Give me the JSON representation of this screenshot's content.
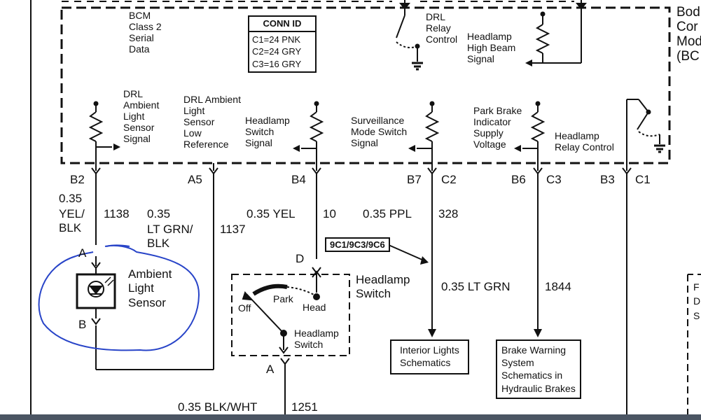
{
  "diagram": {
    "module": {
      "name_lines": [
        "Bod",
        "Cor",
        "Mod",
        "(BC"
      ],
      "bcm_serial_lines": [
        "BCM",
        "Class 2",
        "Serial",
        "Data"
      ],
      "drl_relay_lines": [
        "DRL",
        "Relay",
        "Control"
      ],
      "high_beam_lines": [
        "Headlamp",
        "High Beam",
        "Signal"
      ]
    },
    "conn_id": {
      "title": "CONN ID",
      "rows": [
        "C1=24 PNK",
        "C2=24 GRY",
        "C3=16 GRY"
      ]
    },
    "signals": [
      {
        "lines": [
          "DRL",
          "Ambient",
          "Light",
          "Sensor",
          "Signal"
        ]
      },
      {
        "lines": [
          "DRL Ambient",
          "Light",
          "Sensor",
          "Low",
          "Reference"
        ]
      },
      {
        "lines": [
          "Headlamp",
          "Switch",
          "Signal"
        ]
      },
      {
        "lines": [
          "Surveillance",
          "Mode Switch",
          "Signal"
        ]
      },
      {
        "lines": [
          "Park Brake",
          "Indicator",
          "Supply",
          "Voltage"
        ]
      },
      {
        "lines": [
          "Headlamp",
          "Relay Control"
        ]
      }
    ],
    "pins": [
      "B2",
      "A5",
      "B4",
      "B7",
      "C2",
      "B6",
      "C3",
      "B3",
      "C1"
    ],
    "wires": {
      "b2_gauge": "0.35",
      "b2_color_lines": [
        "YEL/",
        "BLK"
      ],
      "b2_circuit": "1138",
      "a5_gauge": "0.35",
      "a5_color_lines": [
        "LT GRN/",
        "BLK"
      ],
      "a5_circuit": "1137",
      "b4_label": "0.35 YEL",
      "b4_circuit": "10",
      "b7_label": "0.35 PPL",
      "b7_circuit": "328",
      "c3_label": "0.35 LT GRN",
      "c3_circuit": "1844",
      "ground_label": "0.35 BLK/WHT",
      "ground_circuit": "1251"
    },
    "sensor": {
      "lines": [
        "Ambient",
        "Light",
        "Sensor"
      ],
      "pin_top": "A",
      "pin_bottom": "B"
    },
    "headlamp_switch": {
      "title_lines": [
        "Headlamp",
        "Switch"
      ],
      "off": "Off",
      "park": "Park",
      "head": "Head",
      "inner_lines": [
        "Headlamp",
        "Switch"
      ],
      "pin_top": "D",
      "pin_bottom": "A"
    },
    "ref_box": "9C1/9C3/9C6",
    "interior_lines": [
      "Interior Lights",
      "Schematics"
    ],
    "brake_lines": [
      "Brake Warning",
      "System",
      "Schematics in",
      "Hydraulic Brakes"
    ],
    "right_partial": [
      "F",
      "D",
      "S"
    ]
  }
}
